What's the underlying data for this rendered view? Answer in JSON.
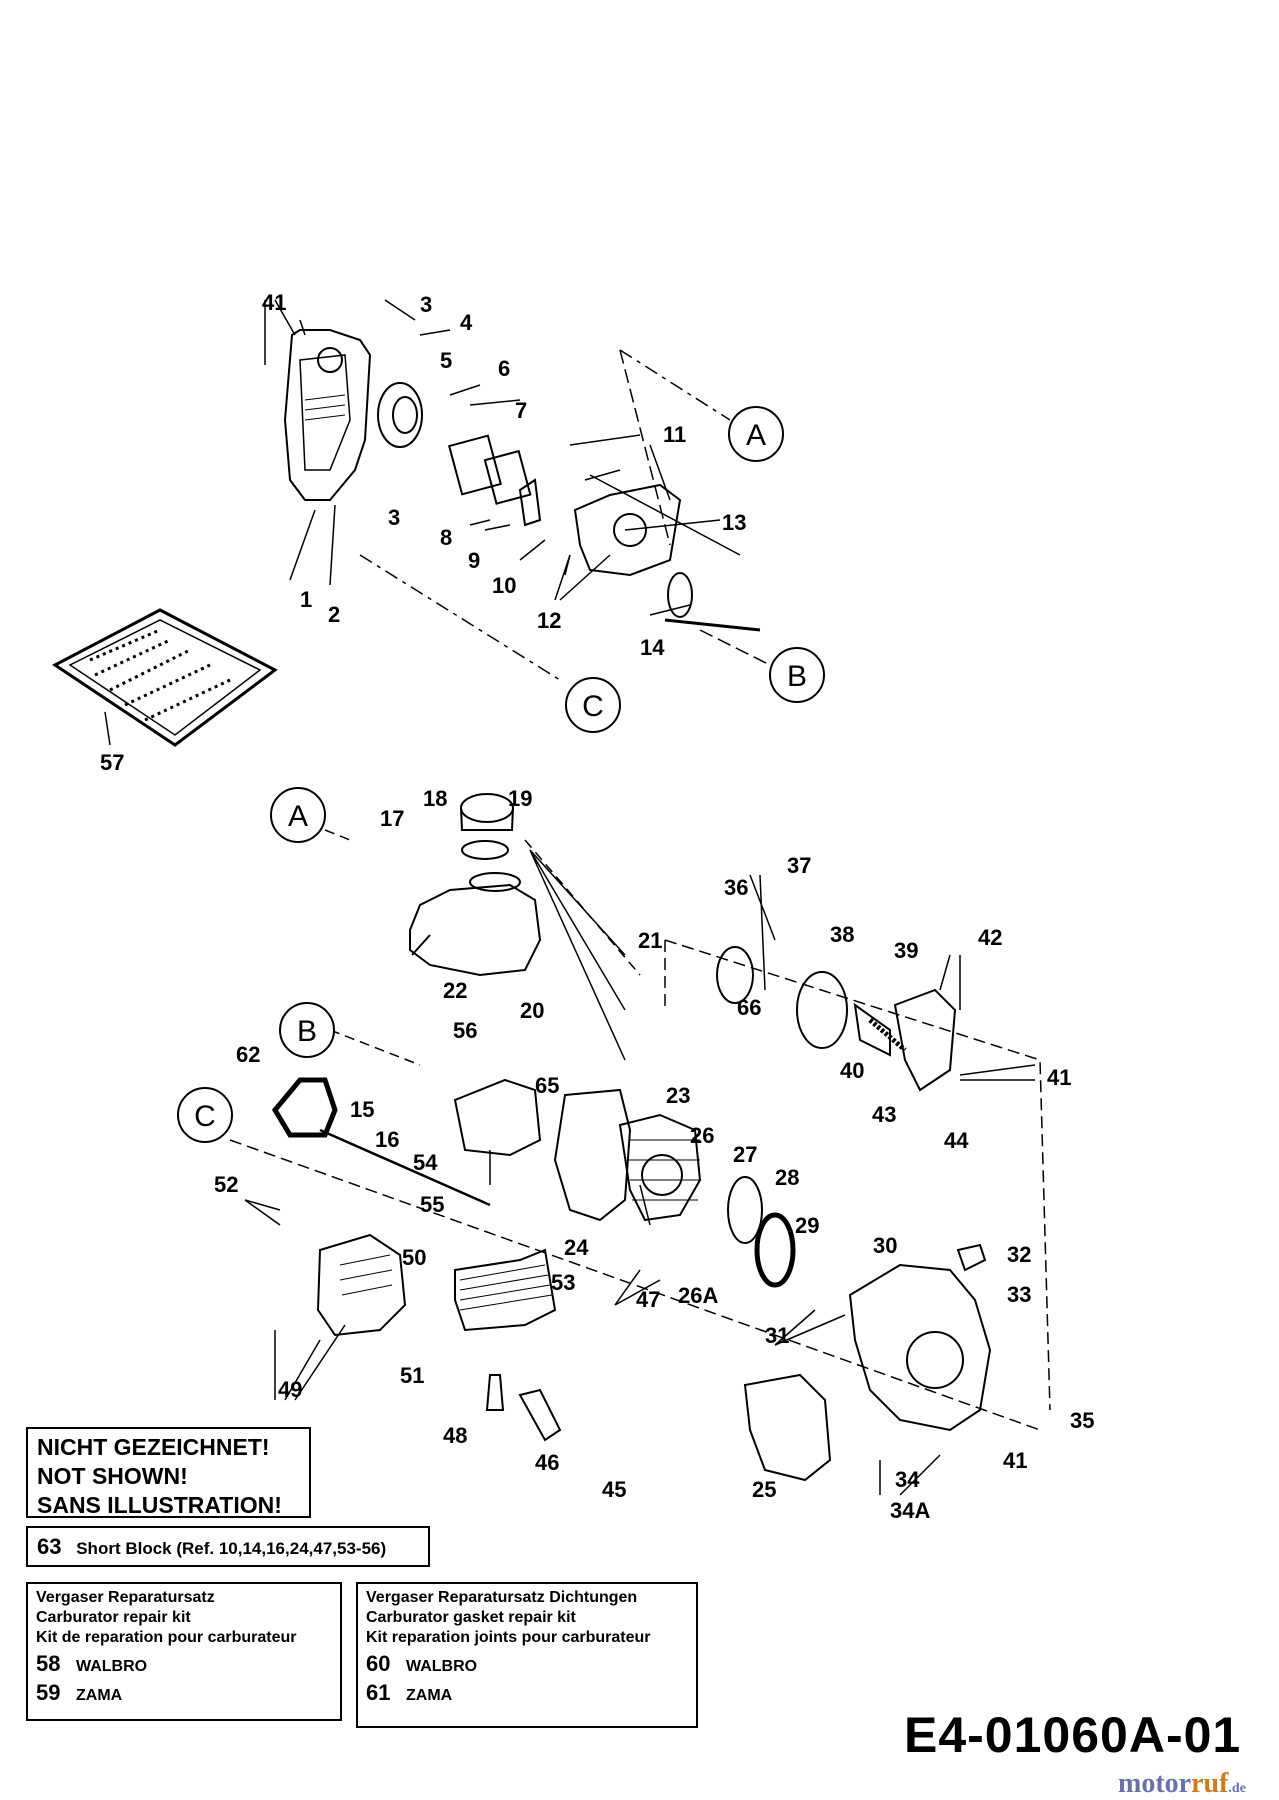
{
  "diagram": {
    "callouts": {
      "top": [
        "A",
        "B",
        "C"
      ],
      "bottom": [
        "A",
        "B",
        "C"
      ]
    },
    "part_numbers_top": [
      "41",
      "3",
      "4",
      "5",
      "6",
      "7",
      "11",
      "3",
      "8",
      "9",
      "10",
      "13",
      "1",
      "2",
      "12",
      "14",
      "57"
    ],
    "part_numbers_bottom": [
      "18",
      "19",
      "17",
      "36",
      "37",
      "38",
      "21",
      "66",
      "39",
      "42",
      "22",
      "20",
      "56",
      "62",
      "65",
      "40",
      "41",
      "15",
      "16",
      "23",
      "43",
      "44",
      "26",
      "27",
      "28",
      "54",
      "52",
      "55",
      "29",
      "30",
      "32",
      "50",
      "24",
      "26A",
      "33",
      "53",
      "47",
      "31",
      "49",
      "51",
      "48",
      "46",
      "35",
      "41",
      "45",
      "25",
      "34",
      "34A"
    ]
  },
  "not_shown": {
    "line1": "NICHT GEZEICHNET!",
    "line2": "NOT SHOWN!",
    "line3": "SANS ILLUSTRATION!"
  },
  "short_block": {
    "number": "63",
    "text": "Short Block (Ref. 10,14,16,24,47,53-56)"
  },
  "carb_kit": {
    "line1": "Vergaser Reparatursatz",
    "line2": "Carburator repair kit",
    "line3": "Kit de reparation pour carburateur",
    "item1_num": "58",
    "item1_name": "WALBRO",
    "item2_num": "59",
    "item2_name": "ZAMA"
  },
  "gasket_kit": {
    "line1": "Vergaser Reparatursatz Dichtungen",
    "line2": "Carburator gasket repair kit",
    "line3": "Kit reparation joints pour carburateur",
    "item1_num": "60",
    "item1_name": "WALBRO",
    "item2_num": "61",
    "item2_name": "ZAMA"
  },
  "drawing_code": "E4-01060A-01",
  "logo": {
    "m": "m",
    "otor": "otor",
    "ruf": "ruf",
    "de": ".de"
  }
}
